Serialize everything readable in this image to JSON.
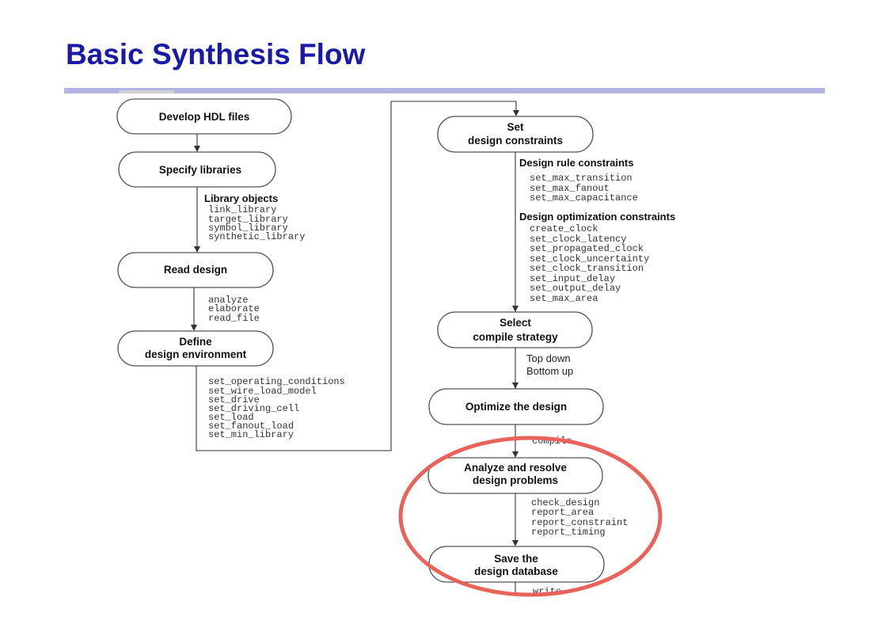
{
  "slide": {
    "title": "Basic Synthesis Flow"
  },
  "flow": {
    "develop_hdl": "Develop HDL files",
    "specify_libraries": "Specify libraries",
    "library_objects": {
      "heading": "Library objects",
      "commands": [
        "link_library",
        "target_library",
        "symbol_library",
        "synthetic_library"
      ]
    },
    "read_design": "Read design",
    "read_commands": [
      "analyze",
      "elaborate",
      "read_file"
    ],
    "define_env": [
      "Define",
      "design environment"
    ],
    "env_commands": [
      "set_operating_conditions",
      "set_wire_load_model",
      "set_drive",
      "set_driving_cell",
      "set_load",
      "set_fanout_load",
      "set_min_library"
    ],
    "set_constraints": [
      "Set",
      "design constraints"
    ],
    "design_rule": {
      "heading": "Design rule constraints",
      "commands": [
        "set_max_transition",
        "set_max_fanout",
        "set_max_capacitance"
      ]
    },
    "design_opt": {
      "heading": "Design optimization constraints",
      "commands": [
        "create_clock",
        "set_clock_latency",
        "set_propagated_clock",
        "set_clock_uncertainty",
        "set_clock_transition",
        "set_input_delay",
        "set_output_delay",
        "set_max_area"
      ]
    },
    "compile_strategy": [
      "Select",
      "compile strategy"
    ],
    "strategies": [
      "Top down",
      "Bottom up"
    ],
    "optimize": "Optimize the design",
    "compile_cmd": "compile",
    "analyze": [
      "Analyze and resolve",
      "design problems"
    ],
    "analyze_commands": [
      "check_design",
      "report_area",
      "report_constraint",
      "report_timing"
    ],
    "save": [
      "Save the",
      "design database"
    ],
    "write_cmd": "write"
  },
  "colors": {
    "title": "#1a1aa6",
    "rule": "#b3b3e6",
    "highlight": "#e8645a"
  }
}
